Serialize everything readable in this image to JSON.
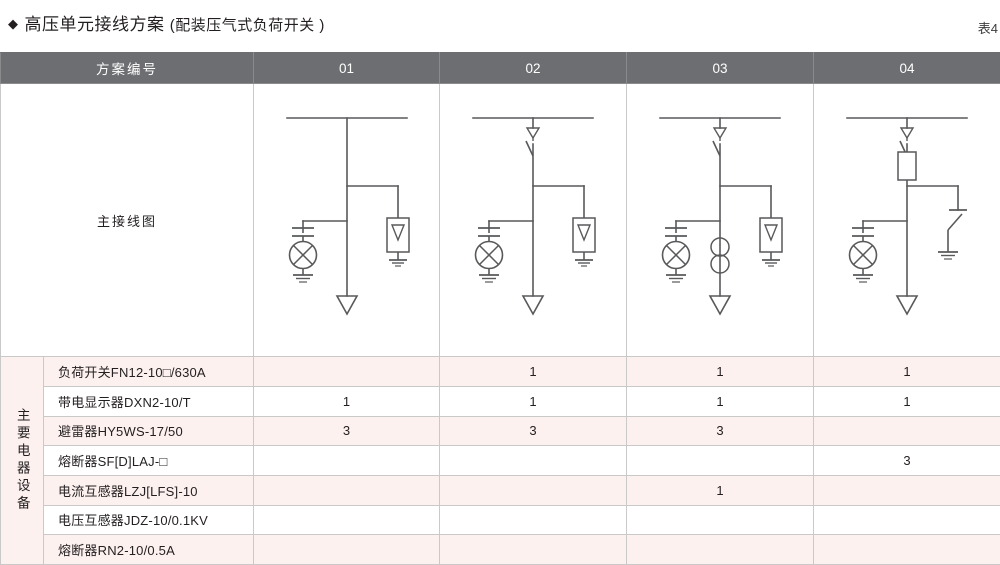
{
  "header": {
    "bullet": "◆",
    "title_main": "高压单元接线方案",
    "title_paren": "(配装压气式负荷开关 )",
    "table_number": "表4"
  },
  "table": {
    "scheme_header_label": "方案编号",
    "scheme_columns": [
      "01",
      "02",
      "03",
      "04"
    ],
    "diagram_row_label": "主接线图",
    "equipment_group_label": "主要电器设备",
    "equipment_rows": [
      {
        "name": "负荷开关FN12-10□/630A",
        "values": [
          "",
          "1",
          "1",
          "1"
        ]
      },
      {
        "name": "带电显示器DXN2-10/T",
        "values": [
          "1",
          "1",
          "1",
          "1"
        ]
      },
      {
        "name": "避雷器HY5WS-17/50",
        "values": [
          "3",
          "3",
          "3",
          ""
        ]
      },
      {
        "name": "熔断器SF[D]LAJ-□",
        "values": [
          "",
          "",
          "",
          "3"
        ]
      },
      {
        "name": "电流互感器LZJ[LFS]-10",
        "values": [
          "",
          "",
          "1",
          ""
        ]
      },
      {
        "name": "电压互感器JDZ-10/0.1KV",
        "values": [
          "",
          "",
          "",
          ""
        ]
      },
      {
        "name": "熔断器RN2-10/0.5A",
        "values": [
          "",
          "",
          "",
          ""
        ]
      }
    ]
  },
  "diagrams": [
    {
      "scheme": "01",
      "components": [
        "busbar",
        "cable-termination",
        "surge-arrester",
        "voltage-indicator"
      ],
      "has_load_switch": false,
      "has_fuse": false,
      "has_current_transformer": false,
      "has_earthing_switch": false,
      "has_arrester_box": true
    },
    {
      "scheme": "02",
      "components": [
        "busbar",
        "load-switch",
        "cable-termination",
        "surge-arrester",
        "voltage-indicator"
      ],
      "has_load_switch": true,
      "has_fuse": false,
      "has_current_transformer": false,
      "has_earthing_switch": false,
      "has_arrester_box": true
    },
    {
      "scheme": "03",
      "components": [
        "busbar",
        "load-switch",
        "current-transformer",
        "cable-termination",
        "surge-arrester",
        "voltage-indicator"
      ],
      "has_load_switch": true,
      "has_fuse": false,
      "has_current_transformer": true,
      "has_earthing_switch": false,
      "has_arrester_box": true
    },
    {
      "scheme": "04",
      "components": [
        "busbar",
        "load-switch",
        "fuse",
        "cable-termination",
        "earthing-switch",
        "voltage-indicator"
      ],
      "has_load_switch": true,
      "has_fuse": true,
      "has_current_transformer": false,
      "has_earthing_switch": true,
      "has_arrester_box": false
    }
  ],
  "colors": {
    "header_bg": "#6d6e71",
    "stripe_bg": "#fcf1ef",
    "text": "#231f20",
    "line": "#58595b",
    "border": "#c9c9c9"
  }
}
